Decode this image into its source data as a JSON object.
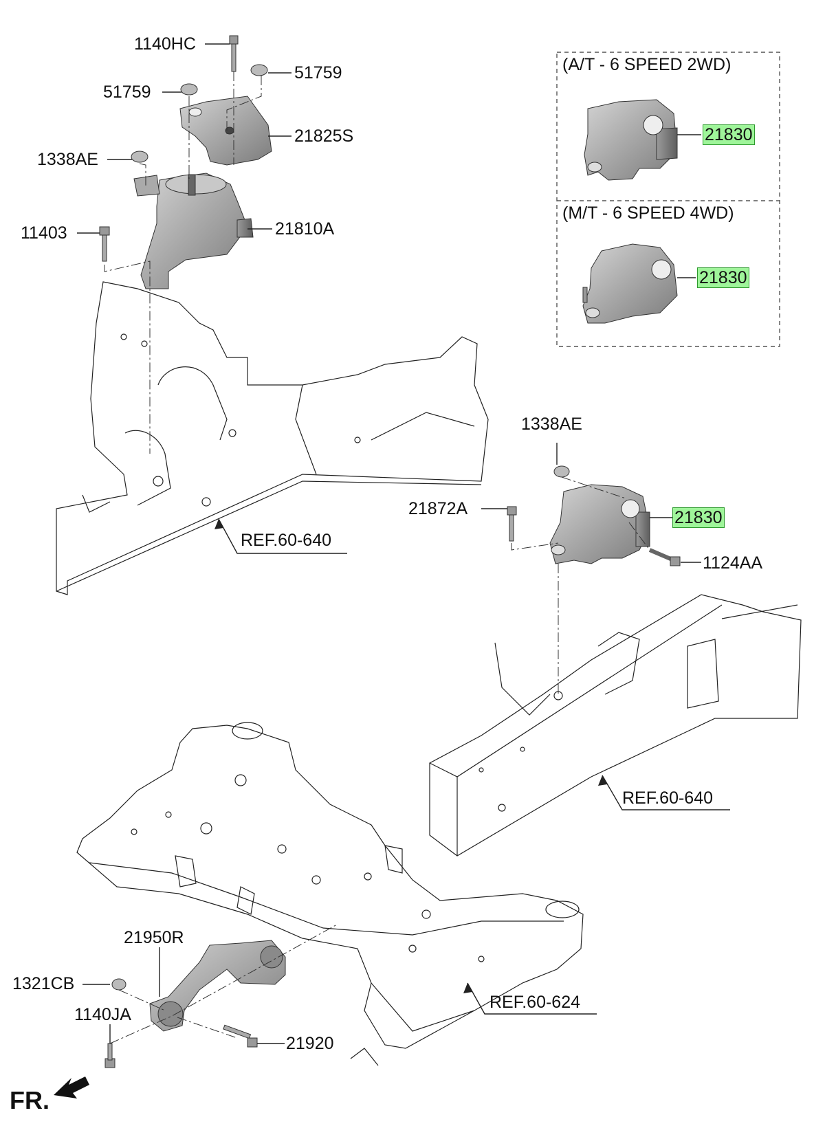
{
  "diagram": {
    "callouts": {
      "bolt_1140HC": "1140HC",
      "nut_51759_right": "51759",
      "nut_51759_left": "51759",
      "bracket_21825S": "21825S",
      "nut_1338AE_top": "1338AE",
      "mount_21810A": "21810A",
      "bolt_11403": "11403",
      "ref_60_640_upper": "REF.60-640",
      "insulator_21830_at": "21830",
      "insulator_21830_mt": "21830",
      "nut_1338AE_right": "1338AE",
      "bolt_21872A": "21872A",
      "insulator_21830_main": "21830",
      "bolt_1124AA": "1124AA",
      "ref_60_640_lower": "REF.60-640",
      "bracket_21950R": "21950R",
      "nut_1321CB": "1321CB",
      "bolt_1140JA": "1140JA",
      "bolt_21920": "21920",
      "ref_60_624": "REF.60-624"
    },
    "variants": {
      "at_title": "(A/T - 6 SPEED 2WD)",
      "mt_title": "(M/T - 6 SPEED 4WD)"
    },
    "direction": "FR.",
    "highlight_color": "#9ff59a"
  }
}
